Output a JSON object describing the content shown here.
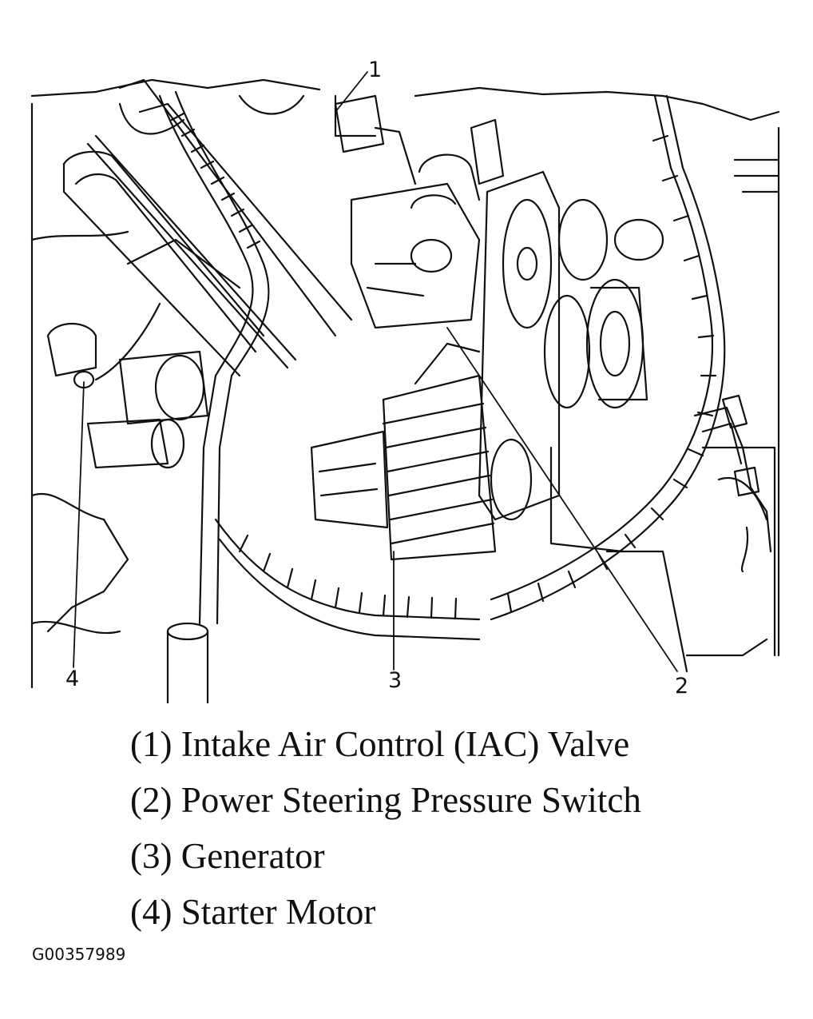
{
  "callouts": [
    {
      "num": "1",
      "part": "Intake Air Control (IAC) Valve"
    },
    {
      "num": "2",
      "part": "Power Steering Pressure Switch"
    },
    {
      "num": "3",
      "part": "Generator"
    },
    {
      "num": "4",
      "part": "Starter Motor"
    }
  ],
  "legend": [
    "(1) Intake Air Control (IAC) Valve",
    "(2) Power Steering Pressure Switch",
    "(3) Generator",
    "(4) Starter Motor"
  ],
  "figure_id": "G00357989",
  "colors": {
    "ink": "#111111",
    "background": "#ffffff"
  }
}
